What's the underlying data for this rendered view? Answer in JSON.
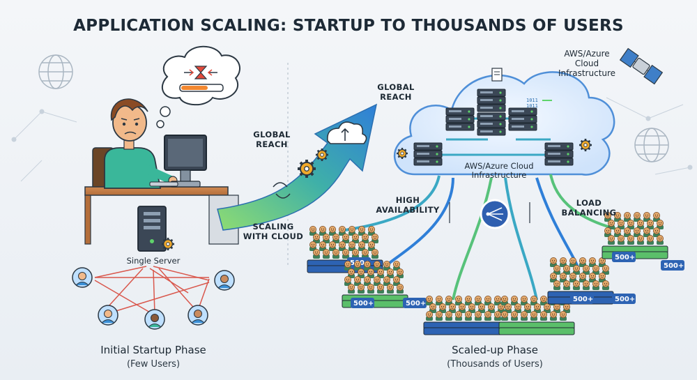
{
  "title": "APPLICATION SCALING: STARTUP TO THOUSANDS OF USERS",
  "labels": {
    "global_reach_left": "GLOBAL\nREACH",
    "global_reach_top": "GLOBAL\nREACH",
    "cloud_corner": "AWS/Azure\nCloud\nInfrastructure",
    "cloud_inner": "AWS/Azure Cloud\nInfrastructure",
    "high_availability": "HIGH\nAVAILABILITY",
    "load_balancing": "LOAD\nBALANCING",
    "scaling_with_cloud": "SCALING\nWITH CLOUD",
    "single_server": "Single Server"
  },
  "phases": {
    "initial": {
      "title": "Initial Startup Phase",
      "subtitle": "(Few Users)"
    },
    "scaled": {
      "title": "Scaled-up Phase",
      "subtitle": "(Thousands of Users)"
    }
  },
  "user_group_badge": "500+",
  "colors": {
    "arrow_start": "#7fd46a",
    "arrow_end": "#2f7fd8",
    "cloud_fill": "#dcecff",
    "server_dark": "#3b4756",
    "crowd_face": "#e2a86b",
    "badge_blue": "#2d63b3",
    "few_users_lines": "#d9574c"
  },
  "icons": [
    "globe-icon",
    "satellite-icon",
    "gear-icon",
    "hourglass-icon",
    "load-balancer-icon",
    "server-icon",
    "computer-monitor-icon"
  ]
}
